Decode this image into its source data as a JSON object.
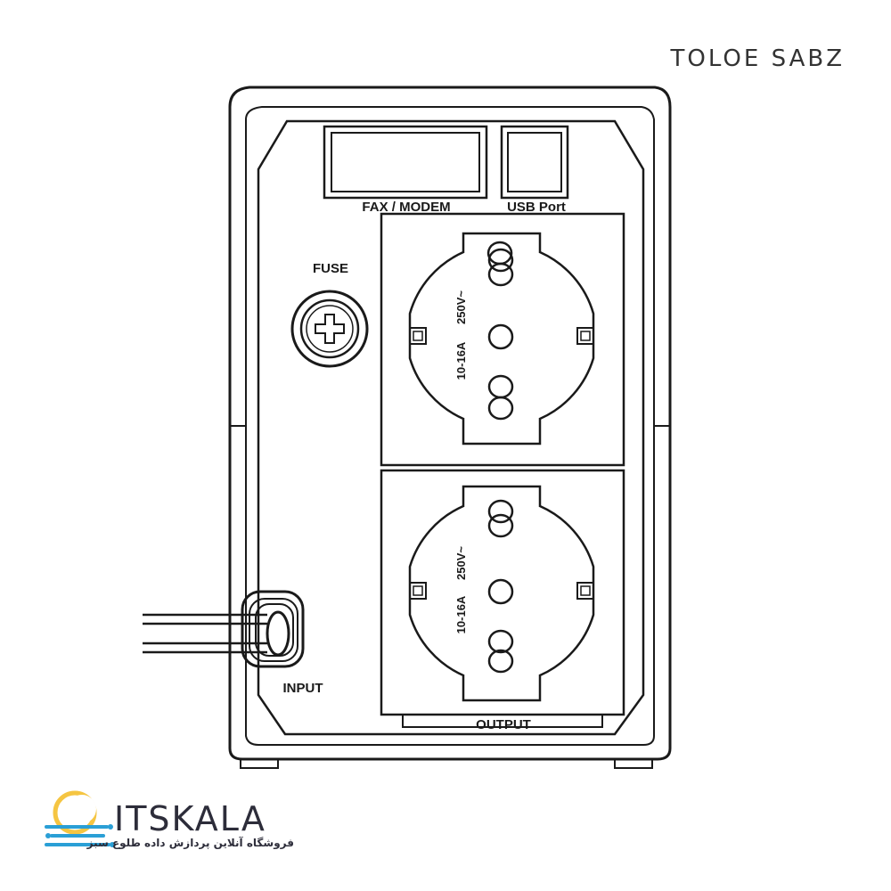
{
  "brand": {
    "name": "TOLOE SABZ"
  },
  "panel": {
    "fax_modem_label": "FAX / MODEM",
    "usb_label": "USB Port",
    "fuse_label": "FUSE",
    "input_label": "INPUT",
    "output_label": "OUTPUT"
  },
  "sockets": [
    {
      "rating_current": "10-16A",
      "rating_voltage": "250V~"
    },
    {
      "rating_current": "10-16A",
      "rating_voltage": "250V~"
    }
  ],
  "store": {
    "name": "ITSKALA",
    "tagline": "فروشگاه آنلاین پردازش داده طلوع سبز"
  },
  "colors": {
    "line": "#1a1a1a",
    "logo_blue": "#2a9fd6",
    "logo_yellow": "#f5c542",
    "logo_text": "#2d2d3a"
  }
}
